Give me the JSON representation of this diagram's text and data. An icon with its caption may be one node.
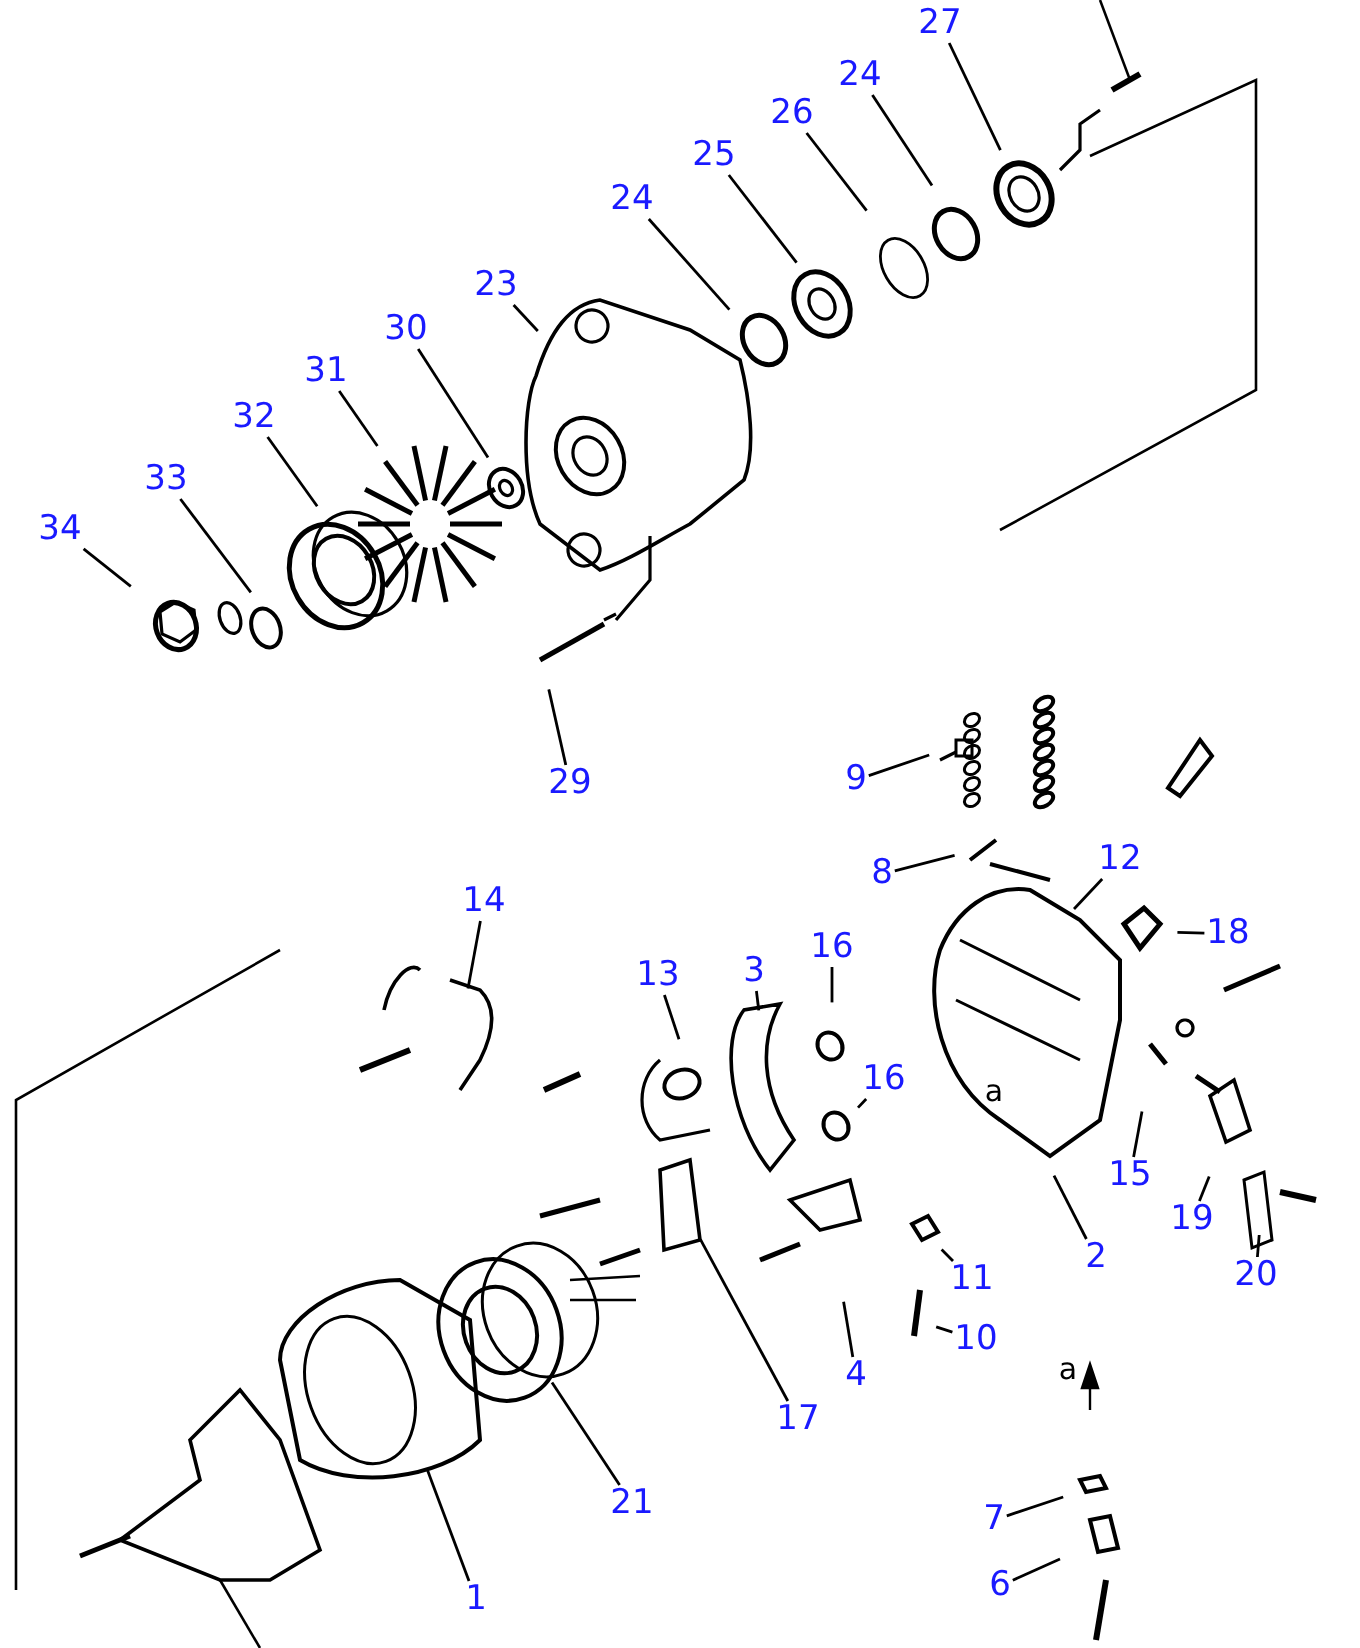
{
  "diagram": {
    "nodes": [
      {
        "text": [
          "27"
        ]
      },
      {
        "text": [
          "24"
        ]
      },
      {
        "text": [
          "26"
        ]
      },
      {
        "text": [
          "25"
        ]
      },
      {
        "text": [
          "24"
        ]
      },
      {
        "text": [
          "23"
        ]
      },
      {
        "text": [
          "30"
        ]
      },
      {
        "text": [
          "31"
        ]
      },
      {
        "text": [
          "32"
        ]
      },
      {
        "text": [
          "33"
        ]
      },
      {
        "text": [
          "34"
        ]
      },
      {
        "text": [
          "29"
        ]
      },
      {
        "text": [
          "9"
        ]
      },
      {
        "text": [
          "8"
        ]
      },
      {
        "text": [
          "12"
        ]
      },
      {
        "text": [
          "18"
        ]
      },
      {
        "text": [
          "14"
        ]
      },
      {
        "text": [
          "13"
        ]
      },
      {
        "text": [
          "3"
        ]
      },
      {
        "text": [
          "16"
        ]
      },
      {
        "text": [
          "16"
        ]
      },
      {
        "text": [
          "15"
        ]
      },
      {
        "text": [
          "2"
        ]
      },
      {
        "text": [
          "19"
        ]
      },
      {
        "text": [
          "20"
        ]
      },
      {
        "text": [
          "11"
        ]
      },
      {
        "text": [
          "10"
        ]
      },
      {
        "text": [
          "17"
        ]
      },
      {
        "text": [
          "4"
        ]
      },
      {
        "text": [
          "21"
        ]
      },
      {
        "text": [
          "1"
        ]
      },
      {
        "text": [
          "7"
        ]
      },
      {
        "text": [
          "6"
        ]
      }
    ],
    "edges": [
      {
        "from": 0,
        "to": null,
        "arrow": "none"
      },
      {
        "from": 1,
        "to": null,
        "arrow": "none"
      },
      {
        "from": 2,
        "to": null,
        "arrow": "none"
      },
      {
        "from": 3,
        "to": null,
        "arrow": "none"
      },
      {
        "from": 4,
        "to": null,
        "arrow": "none"
      },
      {
        "from": 5,
        "to": null,
        "arrow": "none"
      },
      {
        "from": 6,
        "to": null,
        "arrow": "none"
      },
      {
        "from": 7,
        "to": null,
        "arrow": "none"
      },
      {
        "from": 8,
        "to": null,
        "arrow": "none"
      },
      {
        "from": 9,
        "to": null,
        "arrow": "none"
      },
      {
        "from": 10,
        "to": null,
        "arrow": "none"
      },
      {
        "from": 11,
        "to": null,
        "arrow": "none"
      },
      {
        "from": 12,
        "to": null,
        "arrow": "none"
      },
      {
        "from": 13,
        "to": null,
        "arrow": "none"
      },
      {
        "from": 14,
        "to": null,
        "arrow": "none"
      },
      {
        "from": 15,
        "to": null,
        "arrow": "none"
      },
      {
        "from": 16,
        "to": null,
        "arrow": "none"
      },
      {
        "from": 17,
        "to": null,
        "arrow": "none"
      },
      {
        "from": 18,
        "to": null,
        "arrow": "none"
      },
      {
        "from": 19,
        "to": null,
        "arrow": "none"
      },
      {
        "from": 20,
        "to": null,
        "arrow": "none"
      },
      {
        "from": 21,
        "to": null,
        "arrow": "none"
      },
      {
        "from": 22,
        "to": null,
        "arrow": "none"
      },
      {
        "from": 23,
        "to": null,
        "arrow": "none"
      },
      {
        "from": 24,
        "to": null,
        "arrow": "none"
      },
      {
        "from": 25,
        "to": null,
        "arrow": "none"
      },
      {
        "from": 26,
        "to": null,
        "arrow": "none"
      },
      {
        "from": 27,
        "to": null,
        "arrow": "none"
      },
      {
        "from": 28,
        "to": null,
        "arrow": "none"
      },
      {
        "from": 29,
        "to": null,
        "arrow": "none"
      },
      {
        "from": 30,
        "to": null,
        "arrow": "none"
      },
      {
        "from": 31,
        "to": null,
        "arrow": "none"
      },
      {
        "from": 32,
        "to": null,
        "arrow": "none"
      }
    ],
    "labels": [
      "a",
      "a"
    ]
  }
}
